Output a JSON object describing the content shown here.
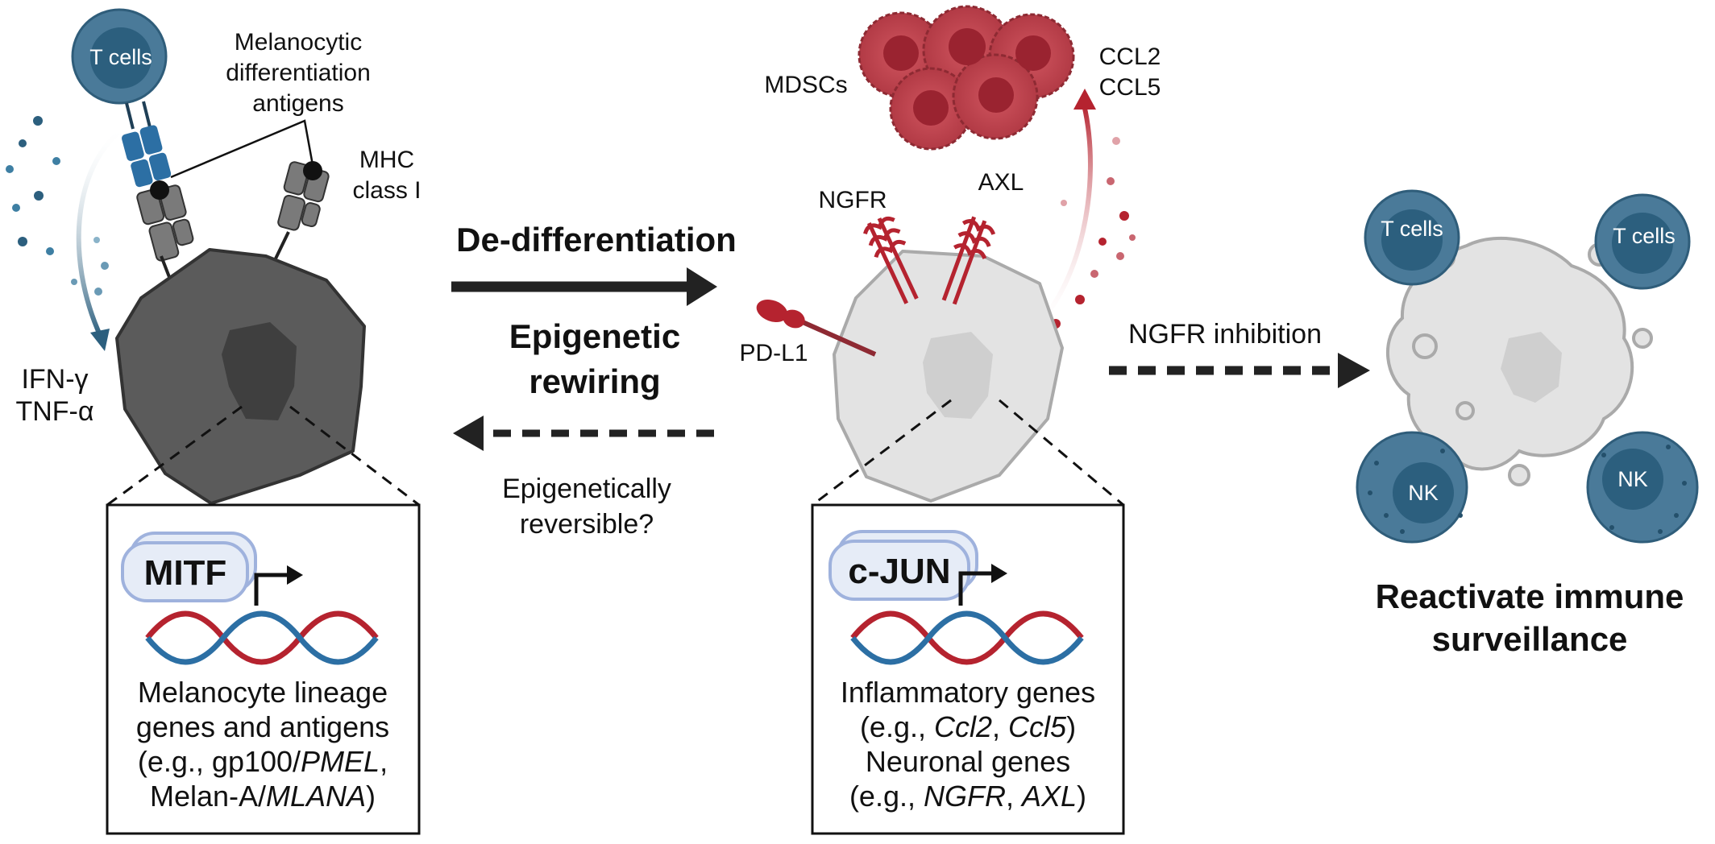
{
  "left_cell": {
    "t_cell_label": "T cells",
    "antigens_label": [
      "Melanocytic",
      "differentiation",
      "antigens"
    ],
    "mhc_label": [
      "MHC",
      "class I"
    ],
    "cytokines": [
      "IFN-γ",
      "TNF-α"
    ]
  },
  "left_box": {
    "tf": "MITF",
    "line1": "Melanocyte lineage",
    "line2": "genes and antigens",
    "line3_a": "(e.g., gp100/",
    "line3_b": "PMEL",
    "line3_c": ",",
    "line4_a": "Melan-A/",
    "line4_b": "MLANA",
    "line4_c": ")"
  },
  "middle": {
    "arrow_top_label": "De-differentiation",
    "rewiring_label": [
      "Epigenetic",
      "rewiring"
    ],
    "question_label": [
      "Epigenetically",
      "reversible?"
    ]
  },
  "right_cell": {
    "mdsc_label": "MDSCs",
    "chemokines": [
      "CCL2",
      "CCL5"
    ],
    "ngfr_label": "NGFR",
    "axl_label": "AXL",
    "pdl1_label": "PD-L1"
  },
  "right_box": {
    "tf": "c-JUN",
    "line1": "Inflammatory genes",
    "line2_a": "(e.g., ",
    "line2_b": "Ccl2",
    "line2_c": ", ",
    "line2_d": "Ccl5",
    "line2_e": ")",
    "line3": "Neuronal genes",
    "line4_a": "(e.g., ",
    "line4_b": "NGFR",
    "line4_c": ", ",
    "line4_d": "AXL",
    "line4_e": ")"
  },
  "far_right": {
    "inhibition_label": "NGFR inhibition",
    "t_cells_1": "T cells",
    "t_cells_2": "T cells",
    "nk_1": "NK",
    "nk_2": "NK",
    "outcome": [
      "Reactivate immune",
      "surveillance"
    ]
  },
  "colors": {
    "t_cell_blue": "#4a7a99",
    "t_cell_dark": "#2c5f7e",
    "dark_cell": "#5b5b5b",
    "light_cell": "#e3e3e3",
    "receptor_red": "#b5232f",
    "mdsc_red": "#c1454f",
    "tf_box_fill": "#e6ecf7",
    "tf_box_stroke": "#9fb2dd"
  }
}
